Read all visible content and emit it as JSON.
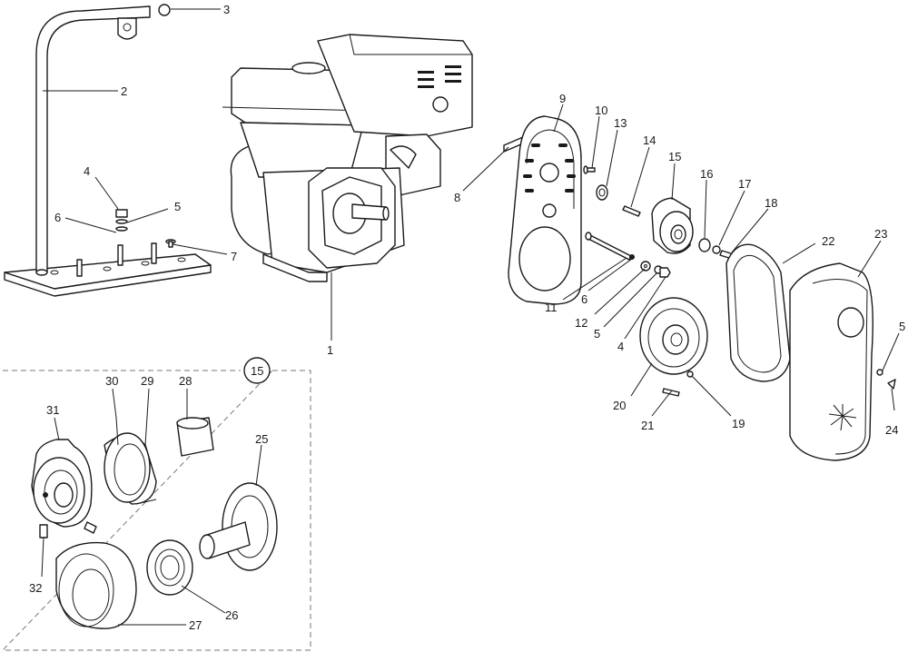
{
  "callouts": {
    "c1": "1",
    "c2": "2",
    "c3": "3",
    "c4a": "4",
    "c4b": "4",
    "c5a": "5",
    "c5b": "5",
    "c5c": "5",
    "c6a": "6",
    "c6b": "6",
    "c7": "7",
    "c8": "8",
    "c9": "9",
    "c10": "10",
    "c11": "11",
    "c12": "12",
    "c13": "13",
    "c14": "14",
    "c15": "15",
    "c15inset": "15",
    "c16": "16",
    "c17": "17",
    "c18": "18",
    "c19": "19",
    "c20": "20",
    "c21": "21",
    "c22": "22",
    "c23": "23",
    "c24": "24",
    "c25": "25",
    "c26": "26",
    "c27": "27",
    "c28": "28",
    "c29": "29",
    "c30": "30",
    "c31": "31",
    "c32": "32"
  },
  "colors": {
    "line": "#1a1a1a",
    "background": "#ffffff",
    "inset_frame": "#777777"
  }
}
